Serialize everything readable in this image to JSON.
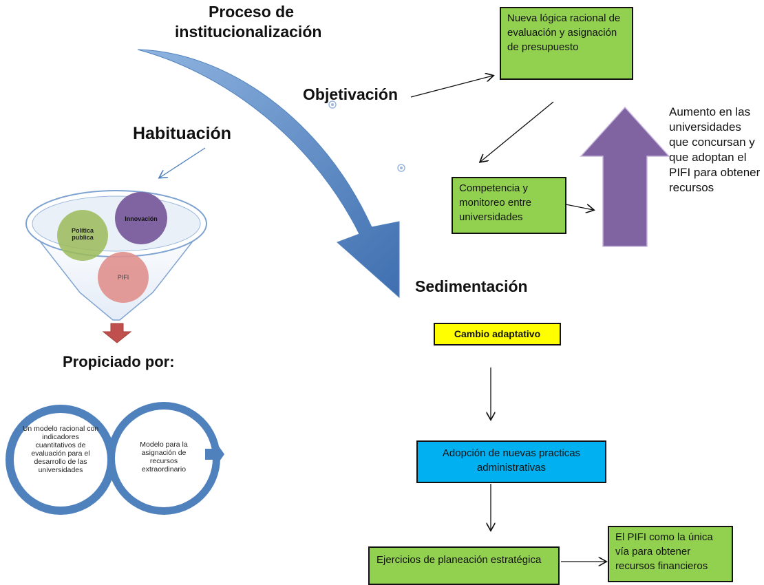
{
  "title_line1": "Proceso de",
  "title_line2": "institucionalización",
  "habituacion": "Habituación",
  "objetivacion": "Objetivación",
  "sedimentacion": "Sedimentación",
  "propiciado": "Propiciado por:",
  "funnel": {
    "circle1": "Política publica",
    "circle2": "Innovación",
    "circle3": "PIFI"
  },
  "propiciado_items": {
    "left": "Un modelo racional con indicadores cuantitativos de evaluación para el desarrollo de las universidades",
    "right": "Modelo para la asignación de recursos extraordinario"
  },
  "boxes": {
    "nueva_logica": "Nueva lógica racional de evaluación y asignación de presupuesto",
    "competencia": "Competencia y monitoreo entre universidades",
    "cambio": "Cambio adaptativo",
    "adopcion": "Adopción de nuevas practicas administrativas",
    "ejercicios": "Ejercicios de planeación estratégica",
    "pifi_unica": "El PIFI como la única vía para obtener recursos financieros"
  },
  "aumento": "Aumento en las universidades que concursan y que adoptan el PIFI para obtener recursos",
  "colors": {
    "green": "#92d050",
    "yellow": "#ffff00",
    "cyan": "#00b0f0",
    "purple": "#8064a2",
    "blue_arrow": "#4f81bd",
    "red_arrow": "#c0504d"
  }
}
